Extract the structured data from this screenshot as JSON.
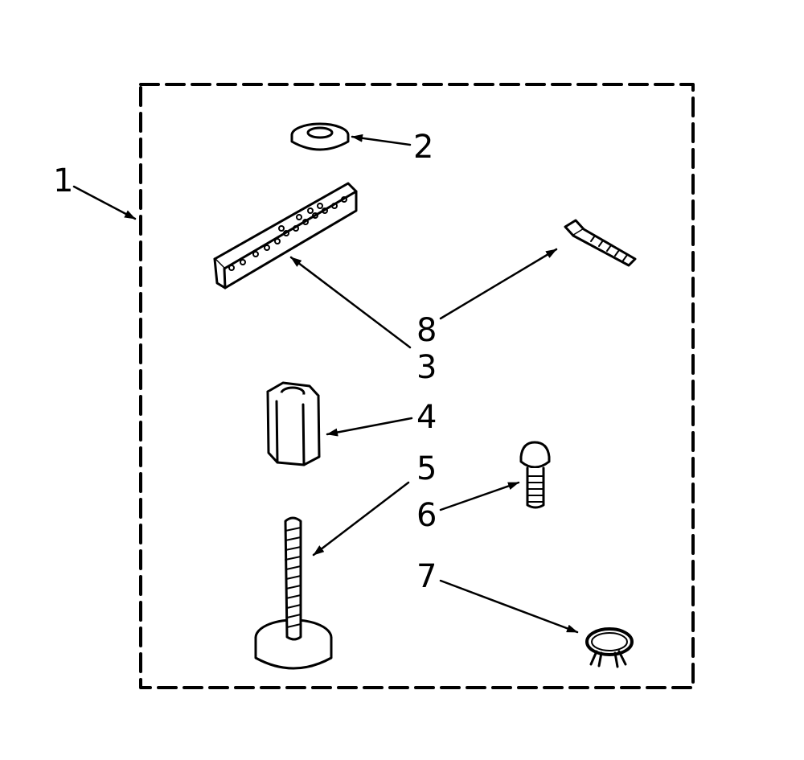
{
  "diagram": {
    "callouts": {
      "c1": "1",
      "c2": "2",
      "c3": "3",
      "c4": "4",
      "c5": "5",
      "c6": "6",
      "c7": "7",
      "c8": "8"
    },
    "colors": {
      "ink": "#000000",
      "background": "#ffffff"
    }
  }
}
